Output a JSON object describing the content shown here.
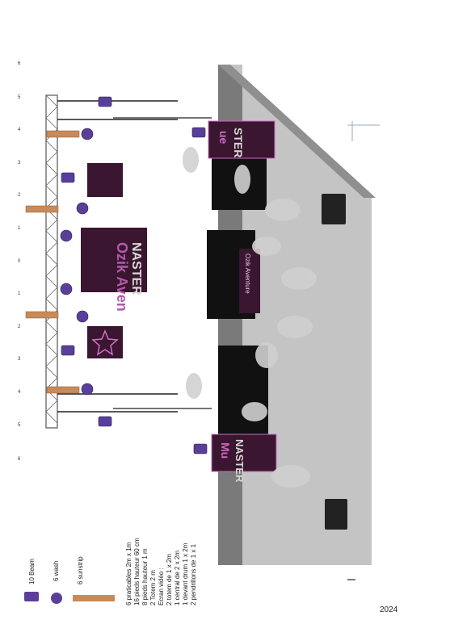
{
  "legend": {
    "beam": "10 Beam",
    "wash": "6 wash",
    "sunstrip": "6 sunstrip"
  },
  "equipment": [
    "6 praticables 2m x 1m",
    "16 pieds hauteur 60 cm",
    "8 pieds hauteur 1 m",
    "2 Totem 2 m",
    "Ecran vidéo :",
    "2 totem de 1 x 2m",
    "1 central de 2 x 2m",
    "1 devant drum 1 x 2m",
    "2 pendrillons de 1 x 1"
  ],
  "truss_ticks": [
    "6",
    "5",
    "4",
    "3",
    "2",
    "1",
    "0",
    "1",
    "2",
    "3",
    "4",
    "5",
    "6"
  ],
  "screen_text": {
    "center_top": "Ozik Aven",
    "center_bottom": "NASTER",
    "left_totem_top": "Mu",
    "left_totem_bottom": "NASTER",
    "right_totem_top": "ue",
    "right_totem_bottom": "STER",
    "drum_front": "Ozik Aventure"
  },
  "year": "2024",
  "colors": {
    "screen": "#3a1630",
    "screen_text": "#c86ac0",
    "stage_top": "#c8c8c8",
    "stage_side": "#8a8a8a",
    "riser": "#111111",
    "fixture": "#6a4fb0"
  }
}
